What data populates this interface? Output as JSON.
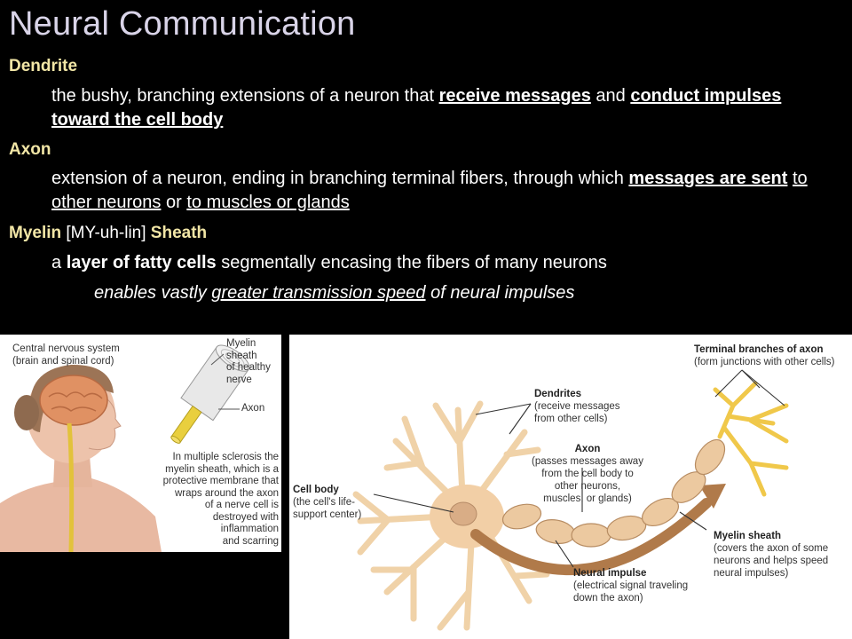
{
  "slide": {
    "title": "Neural Communication"
  },
  "dendrite": {
    "term": "Dendrite",
    "bullet": "",
    "def_pre": "the bushy, branching extensions of a neuron that ",
    "def_u1": "receive messages",
    "def_mid": " and ",
    "def_u2": "conduct impulses toward the cell body"
  },
  "axon": {
    "term": "Axon",
    "bullet": "",
    "def_pre": "extension of a neuron, ending in branching terminal fibers, through which ",
    "def_u1": "messages are sent",
    "def_sp": " ",
    "def_u2": "to other neurons",
    "def_mid": " or ",
    "def_u3": "to muscles or glands"
  },
  "myelin": {
    "term1": "Myelin",
    "pron": " [MY-uh-lin] ",
    "term2": "Sheath",
    "bullet": "",
    "def_pre": "a ",
    "def_b": "layer of fatty cells",
    "def_post": " segmentally encasing the fibers of many neurons",
    "sub_pre": "enables vastly ",
    "sub_u": "greater transmission speed",
    "sub_post": " of neural impulses"
  },
  "ms_figure": {
    "cns_label_1": "Central nervous system",
    "cns_label_2": "(brain and spinal cord)",
    "myelin_label_1": "Myelin",
    "myelin_label_2": "sheath",
    "myelin_label_3": "of healthy",
    "myelin_label_4": "nerve",
    "axon_label": "Axon",
    "ms_text_1": "In multiple sclerosis the",
    "ms_text_2": "myelin sheath, which is a",
    "ms_text_3": "protective membrane that",
    "ms_text_4": "wraps around the axon",
    "ms_text_5": "of a nerve cell is",
    "ms_text_6": "destroyed with",
    "ms_text_7": "inflammation",
    "ms_text_8": "and scarring"
  },
  "neuron_figure": {
    "terminal_h": "Terminal branches of axon",
    "terminal_d": "(form junctions with other cells)",
    "dendrites_h": "Dendrites",
    "dendrites_d1": "(receive messages",
    "dendrites_d2": "from other cells)",
    "axon_h": "Axon",
    "axon_d1": "(passes messages away",
    "axon_d2": "from the cell body to",
    "axon_d3": "other neurons,",
    "axon_d4": "muscles, or glands)",
    "cellbody_h": "Cell body",
    "cellbody_d1": "(the cell's life-",
    "cellbody_d2": "support center)",
    "myelin_h": "Myelin sheath",
    "myelin_d1": "(covers the axon of some",
    "myelin_d2": "neurons and helps speed",
    "myelin_d3": "neural impulses)",
    "impulse_h": "Neural impulse",
    "impulse_d1": "(electrical signal traveling",
    "impulse_d2": "down the axon)"
  }
}
